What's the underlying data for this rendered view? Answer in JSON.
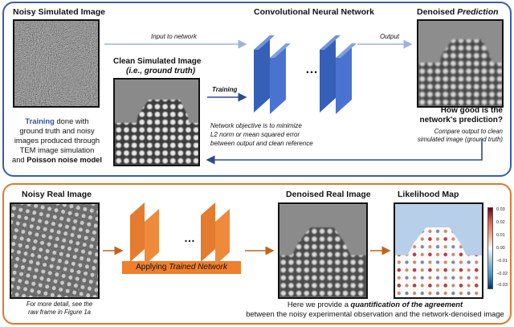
{
  "top_panel": {
    "noisy_sim_title": "Noisy Simulated Image",
    "cnn_title": "Convolutional Neural Network",
    "denoised_title_plain": "Denoised ",
    "denoised_title_em": "Prediction",
    "input_label": "Input to network",
    "output_label": "Output",
    "clean_title_line1": "Clean Simulated Image",
    "clean_title_line2": "(i.e., ground truth)",
    "training_arrow_label": "Training",
    "dots": "…",
    "training_note": {
      "word1": "Training",
      "line1_rest": " done with",
      "line2": "ground truth and noisy",
      "line3": "images produced through",
      "line4": "TEM image simulation",
      "line5_pre": "and ",
      "line5_bold": "Poisson noise model"
    },
    "objective_note": {
      "line1": "Network objective is to minimize",
      "line2": "L2 norm or mean squared error",
      "line3": "between output and clean reference"
    },
    "how_good": {
      "line1": "How good is the",
      "line2": "network's prediction?",
      "sub1": "Compare output to clean",
      "sub2": "simulated image (ground truth)"
    }
  },
  "bottom_panel": {
    "noisy_real_title": "Noisy Real Image",
    "denoised_real_title": "Denoised Real Image",
    "likelihood_title": "Likelihood Map",
    "apply_pre": "Applying ",
    "apply_em": "Trained Network",
    "dots": "…",
    "detail_note_line1": "For more detail, see the",
    "detail_note_line2": "raw frame in Figure 1a",
    "quant_line1_pre": "Here we provide a ",
    "quant_line1_em": "quantification of the agreement",
    "quant_line2": "between the noisy experimental observation and the network-denoised image",
    "colorbar_ticks": [
      "0.03",
      "0.02",
      "0.01",
      "0.00",
      "−0.01",
      "−0.02",
      "−0.03"
    ]
  },
  "colors": {
    "top_border": "#3b5bb0",
    "bottom_border": "#e0782b",
    "cnn_blue": "#4a73cf",
    "trained_orange": "#ef8a3a",
    "training_blue_text": "#2f52a7"
  }
}
